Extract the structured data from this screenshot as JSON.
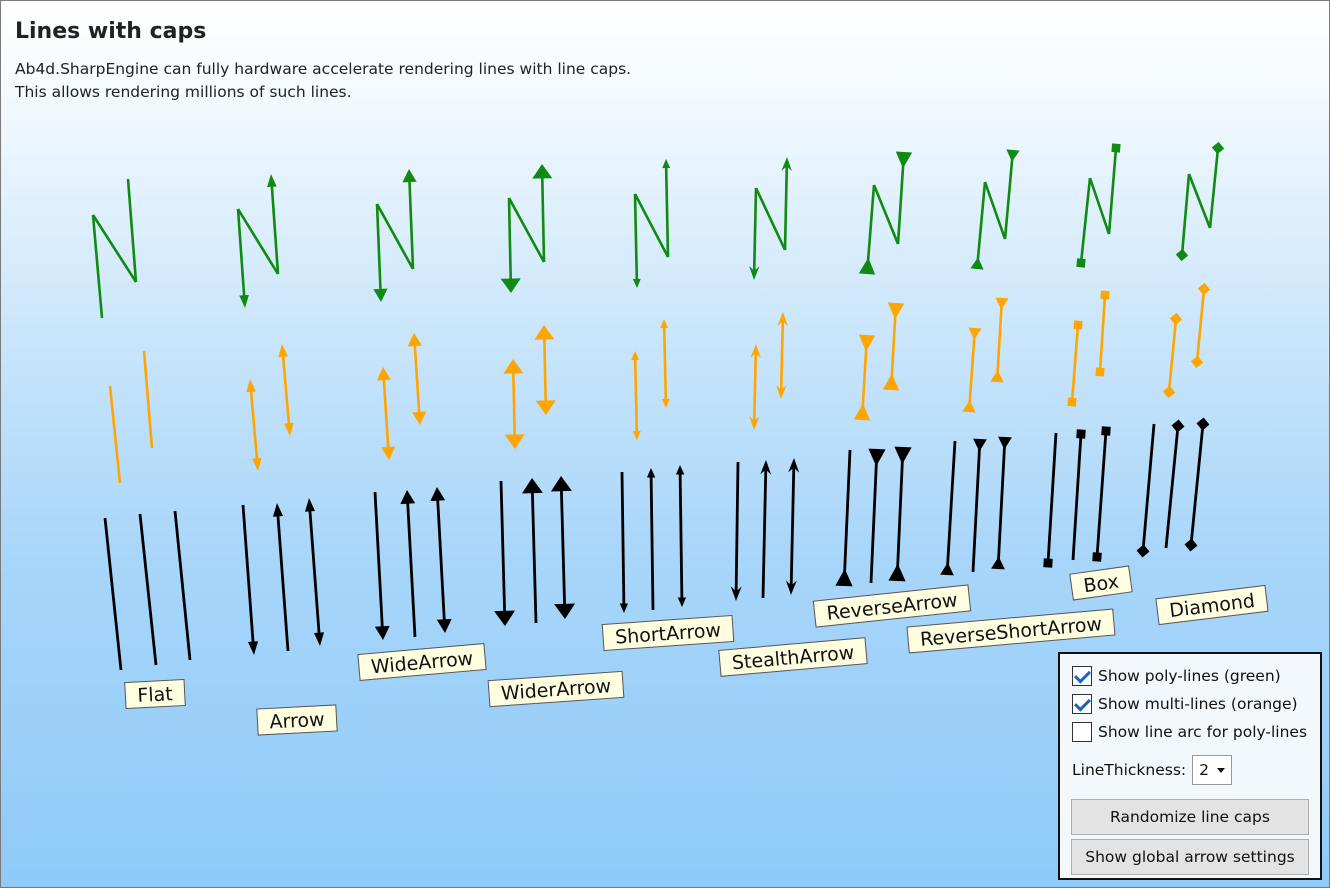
{
  "title": "Lines with caps",
  "description": [
    "Ab4d.SharpEngine can fully hardware accelerate rendering lines with line caps.",
    "This allows rendering millions of such lines."
  ],
  "caps": [
    {
      "name": "Flat",
      "start": "flat",
      "end": "flat"
    },
    {
      "name": "Arrow",
      "start": "arrow",
      "end": "arrow"
    },
    {
      "name": "WideArrow",
      "start": "wide",
      "end": "wide"
    },
    {
      "name": "WiderArrow",
      "start": "wider",
      "end": "wider"
    },
    {
      "name": "ShortArrow",
      "start": "short",
      "end": "short"
    },
    {
      "name": "StealthArrow",
      "start": "stealth",
      "end": "stealth"
    },
    {
      "name": "ReverseArrow",
      "start": "reverse",
      "end": "reverse"
    },
    {
      "name": "ReverseShortArrow",
      "start": "revshort",
      "end": "revshort"
    },
    {
      "name": "Box",
      "start": "box",
      "end": "box"
    },
    {
      "name": "Diamond",
      "start": "diamond",
      "end": "diamond"
    }
  ],
  "colors": {
    "polyline": "#108a10",
    "multiline": "#ffa500",
    "line": "#000000",
    "label_bg": "#fffde0"
  },
  "panel": {
    "show_polylines": {
      "label": "Show poly-lines (green)",
      "checked": true
    },
    "show_multilines": {
      "label": "Show multi-lines (orange)",
      "checked": true
    },
    "show_arc": {
      "label": "Show line arc for poly-lines",
      "checked": false
    },
    "thickness_label": "LineThickness:",
    "thickness_value": "2",
    "randomize_label": "Randomize line caps",
    "global_settings_label": "Show global arrow settings"
  }
}
